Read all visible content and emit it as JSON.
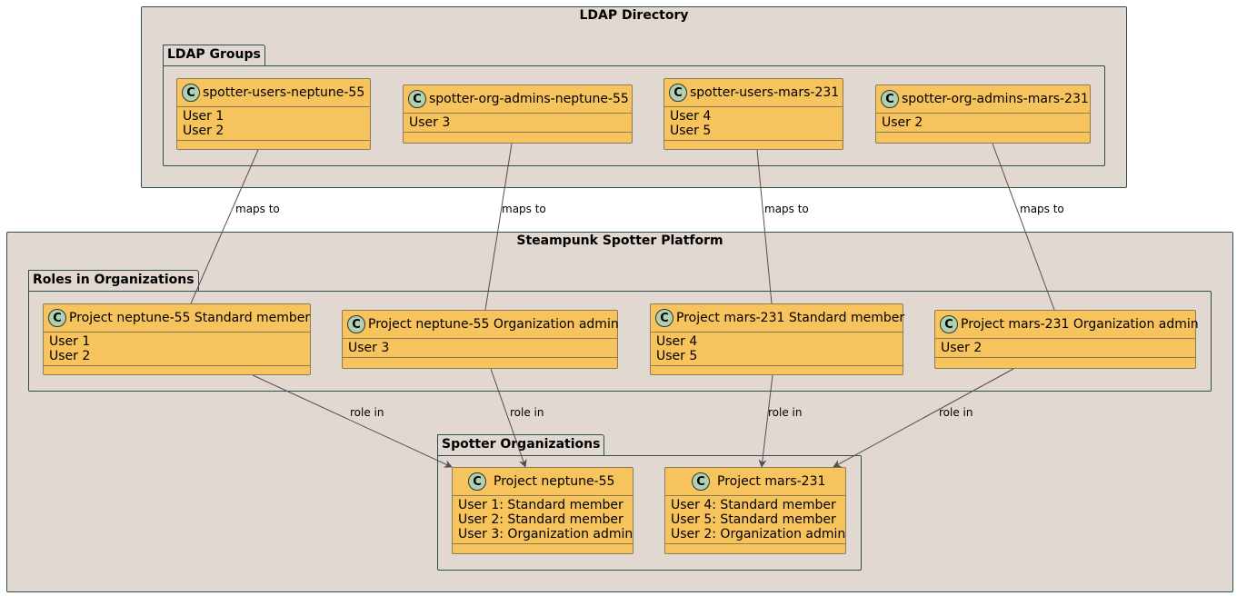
{
  "frames": {
    "ldap": "LDAP Directory",
    "platform": "Steampunk Spotter Platform"
  },
  "packages": {
    "ldap_groups": "LDAP Groups",
    "roles": "Roles in Organizations",
    "orgs": "Spotter Organizations"
  },
  "class_badge": "C",
  "ldap_groups": [
    {
      "name": "spotter-users-neptune-55",
      "members": [
        "User 1",
        "User 2"
      ]
    },
    {
      "name": "spotter-org-admins-neptune-55",
      "members": [
        "User 3"
      ]
    },
    {
      "name": "spotter-users-mars-231",
      "members": [
        "User 4",
        "User 5"
      ]
    },
    {
      "name": "spotter-org-admins-mars-231",
      "members": [
        "User 2"
      ]
    }
  ],
  "roles": [
    {
      "name": "Project neptune-55 Standard member",
      "members": [
        "User 1",
        "User 2"
      ]
    },
    {
      "name": "Project neptune-55 Organization admin",
      "members": [
        "User 3"
      ]
    },
    {
      "name": "Project mars-231 Standard member",
      "members": [
        "User 4",
        "User 5"
      ]
    },
    {
      "name": "Project mars-231 Organization admin",
      "members": [
        "User 2"
      ]
    }
  ],
  "organizations": [
    {
      "name": "Project neptune-55",
      "members": [
        "User 1: Standard member",
        "User 2: Standard member",
        "User 3: Organization admin"
      ]
    },
    {
      "name": "Project mars-231",
      "members": [
        "User 4: Standard member",
        "User 5: Standard member",
        "User 2: Organization admin"
      ]
    }
  ],
  "edge_labels": {
    "maps_to": [
      "maps to",
      "maps to",
      "maps to",
      "maps to"
    ],
    "role_in": [
      "role in",
      "role in",
      "role in",
      "role in"
    ]
  },
  "colors": {
    "frame_bg": "#e1d8d1",
    "frame_border": "#2f4f4f",
    "class_bg": "#f6c35c",
    "class_border": "#8c7b54",
    "badge_bg": "#add1b2",
    "edge": "#5a4a57"
  }
}
